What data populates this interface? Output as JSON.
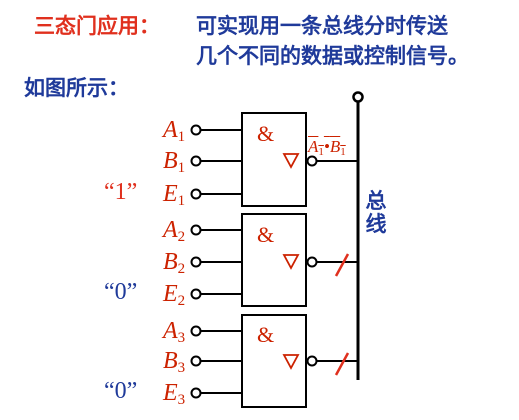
{
  "header": {
    "title": "三态门应用：",
    "line1": "可实现用一条总线分时传送",
    "line2": "几个不同的数据或控制信号。",
    "subtitle": "如图所示："
  },
  "bus": {
    "label_top": "总",
    "label_bottom": "线"
  },
  "output_label": {
    "a": "A",
    "a_sub": "1",
    "dot": "•",
    "b": "B",
    "b_sub": "1"
  },
  "gates": [
    {
      "symbol": "&",
      "a": "A",
      "a_sub": "1",
      "b": "B",
      "b_sub": "1",
      "e": "E",
      "e_sub": "1",
      "enable_value": "“1”"
    },
    {
      "symbol": "&",
      "a": "A",
      "a_sub": "2",
      "b": "B",
      "b_sub": "2",
      "e": "E",
      "e_sub": "2",
      "enable_value": "“0”"
    },
    {
      "symbol": "&",
      "a": "A",
      "a_sub": "3",
      "b": "B",
      "b_sub": "3",
      "e": "E",
      "e_sub": "3",
      "enable_value": "“0”"
    }
  ],
  "colors": {
    "title": "#e0301e",
    "header_text": "#1f3a9a",
    "signal": "#cc2200",
    "enable_one": "#e0301e",
    "enable_zero": "#1f3a9a",
    "wire": "#000000"
  }
}
